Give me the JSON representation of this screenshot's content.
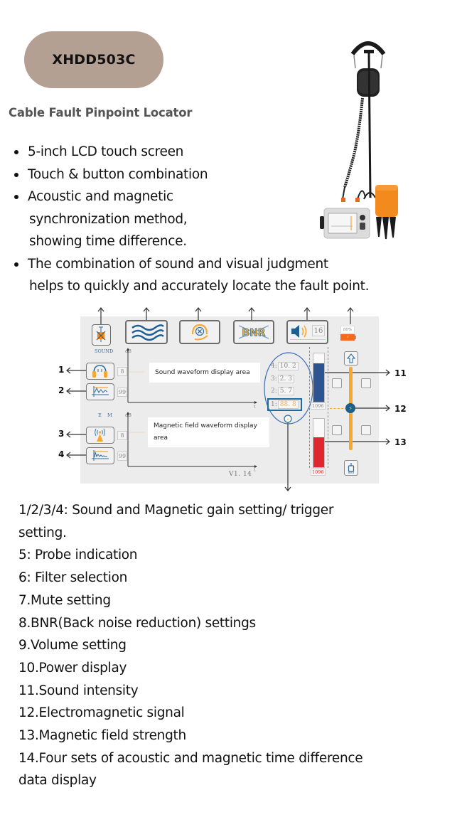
{
  "header": {
    "model": "XHDD503C",
    "subtitle": "Cable Fault Pinpoint Locator"
  },
  "features": [
    {
      "lines": [
        "5-inch LCD touch screen"
      ]
    },
    {
      "lines": [
        "Touch & button combination"
      ]
    },
    {
      "lines": [
        "Acoustic and magnetic",
        "synchronization method,",
        "showing time difference."
      ]
    },
    {
      "lines": [
        "The combination of sound and visual judgment",
        "helps to quickly and accurately locate the fault point."
      ]
    }
  ],
  "product_image": {
    "alt": "Cable fault pinpoint locator with headphones, probe pole, control unit and orange ground sensor"
  },
  "diagram": {
    "callouts": {
      "c1": "1",
      "c2": "2",
      "c3": "3",
      "c4": "4",
      "c11": "11",
      "c12": "12",
      "c13": "13"
    },
    "toolbar": {
      "volume_value": "16",
      "battery_percent": "80%"
    },
    "sound": {
      "section_label": "SOUND",
      "unit": "dB",
      "gain_value": "8",
      "trigger_value": "99",
      "area_label": "Sound waveform display area",
      "axis_t": "t"
    },
    "magnetic": {
      "section_label_e": "E",
      "section_label_m": "M",
      "unit": "dB",
      "gain_value": "8",
      "trigger_value": "99",
      "area_label": "Magnetic field waveform display area",
      "axis_t": "t",
      "version": "V1. 14"
    },
    "time_diff": [
      {
        "index": "4:",
        "value": "10. 2"
      },
      {
        "index": "3:",
        "value": "2. 3"
      },
      {
        "index": "2:",
        "value": "5. 7"
      },
      {
        "index": "1:",
        "value": "88. 8"
      }
    ],
    "sound_meter": {
      "value": "1096",
      "level": 0.8
    },
    "magnetic_meter": {
      "value": "1096",
      "level": 0.62
    },
    "colors": {
      "panel": "#ececec",
      "blue": "#2d5490",
      "red": "#e0262f",
      "orange": "#f7a833",
      "icon_blue": "#2b6ca3"
    }
  },
  "descriptions": [
    "1/2/3/4: Sound and Magnetic gain setting/ trigger",
    "setting.",
    "5: Probe indication",
    "6: Filter selection",
    "7.Mute setting",
    "8.BNR(Back noise reduction) settings",
    "9.Volume setting",
    "10.Power display",
    "11.Sound intensity",
    "12.Electromagnetic signal",
    "13.Magnetic field strength",
    "14.Four sets of acoustic and magnetic time difference",
    "data display"
  ]
}
